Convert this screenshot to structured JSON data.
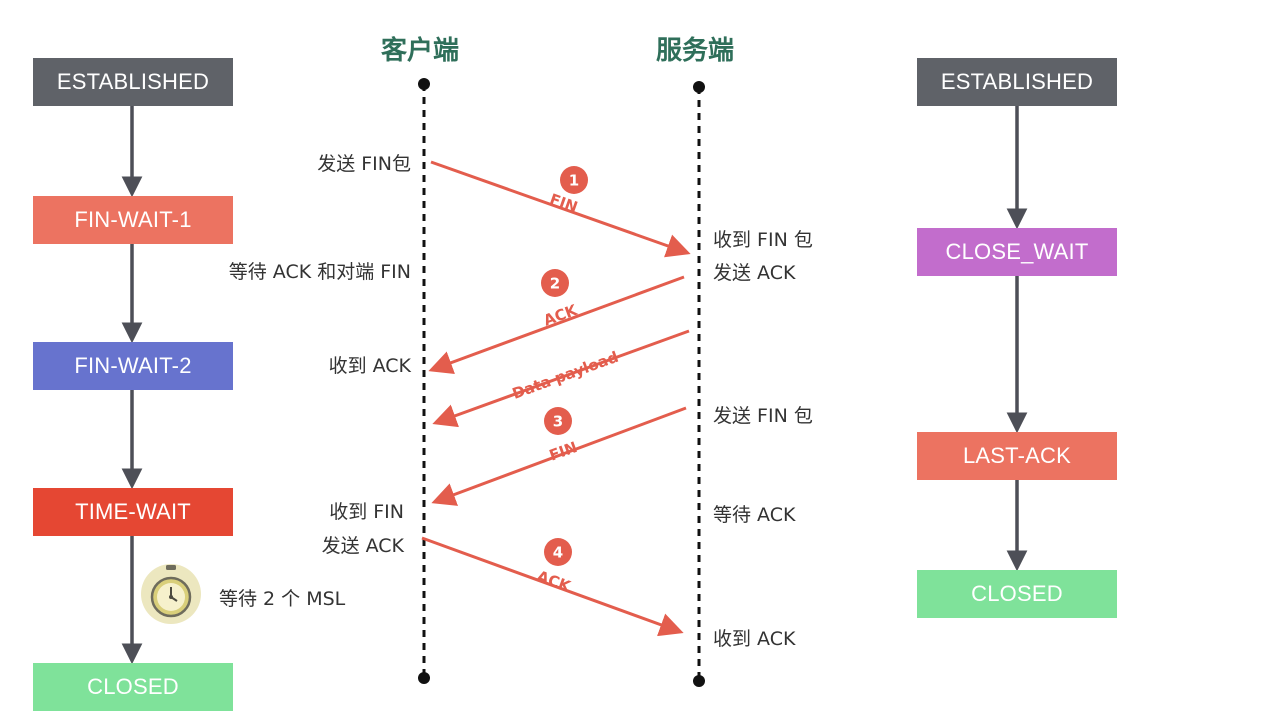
{
  "colors": {
    "established": "#5f6268",
    "fin_wait_1": "#ec7361",
    "fin_wait_2": "#6773ce",
    "time_wait": "#e54733",
    "closed": "#7fe29a",
    "close_wait": "#c26dcc",
    "last_ack": "#ec7361",
    "arrow": "#e35d4d",
    "column_header": "#2f6f5a",
    "flow_arrow": "#4d4f57"
  },
  "headers": {
    "client": "客户端",
    "server": "服务端"
  },
  "client_states": {
    "established": "ESTABLISHED",
    "fin_wait_1": "FIN-WAIT-1",
    "fin_wait_2": "FIN-WAIT-2",
    "time_wait": "TIME-WAIT",
    "closed": "CLOSED"
  },
  "server_states": {
    "established": "ESTABLISHED",
    "close_wait": "CLOSE_WAIT",
    "last_ack": "LAST-ACK",
    "closed": "CLOSED"
  },
  "client_labels": {
    "send_fin": "发送 FIN包",
    "wait_ack_and_fin": "等待 ACK 和对端 FIN",
    "recv_ack": "收到 ACK",
    "recv_fin": "收到 FIN",
    "send_ack": "发送 ACK",
    "wait_2msl": "等待 2 个 MSL"
  },
  "server_labels": {
    "recv_fin": "收到 FIN 包",
    "send_ack": "发送 ACK",
    "send_fin": "发送 FIN 包",
    "wait_ack": "等待 ACK",
    "recv_ack": "收到 ACK"
  },
  "messages": [
    {
      "number": "1",
      "label": "FIN"
    },
    {
      "number": "2",
      "label": "ACK"
    },
    {
      "number": "",
      "label": "Data payload"
    },
    {
      "number": "3",
      "label": "FIN"
    },
    {
      "number": "4",
      "label": "ACK"
    }
  ],
  "icons": {
    "timer": "stopwatch-icon"
  }
}
